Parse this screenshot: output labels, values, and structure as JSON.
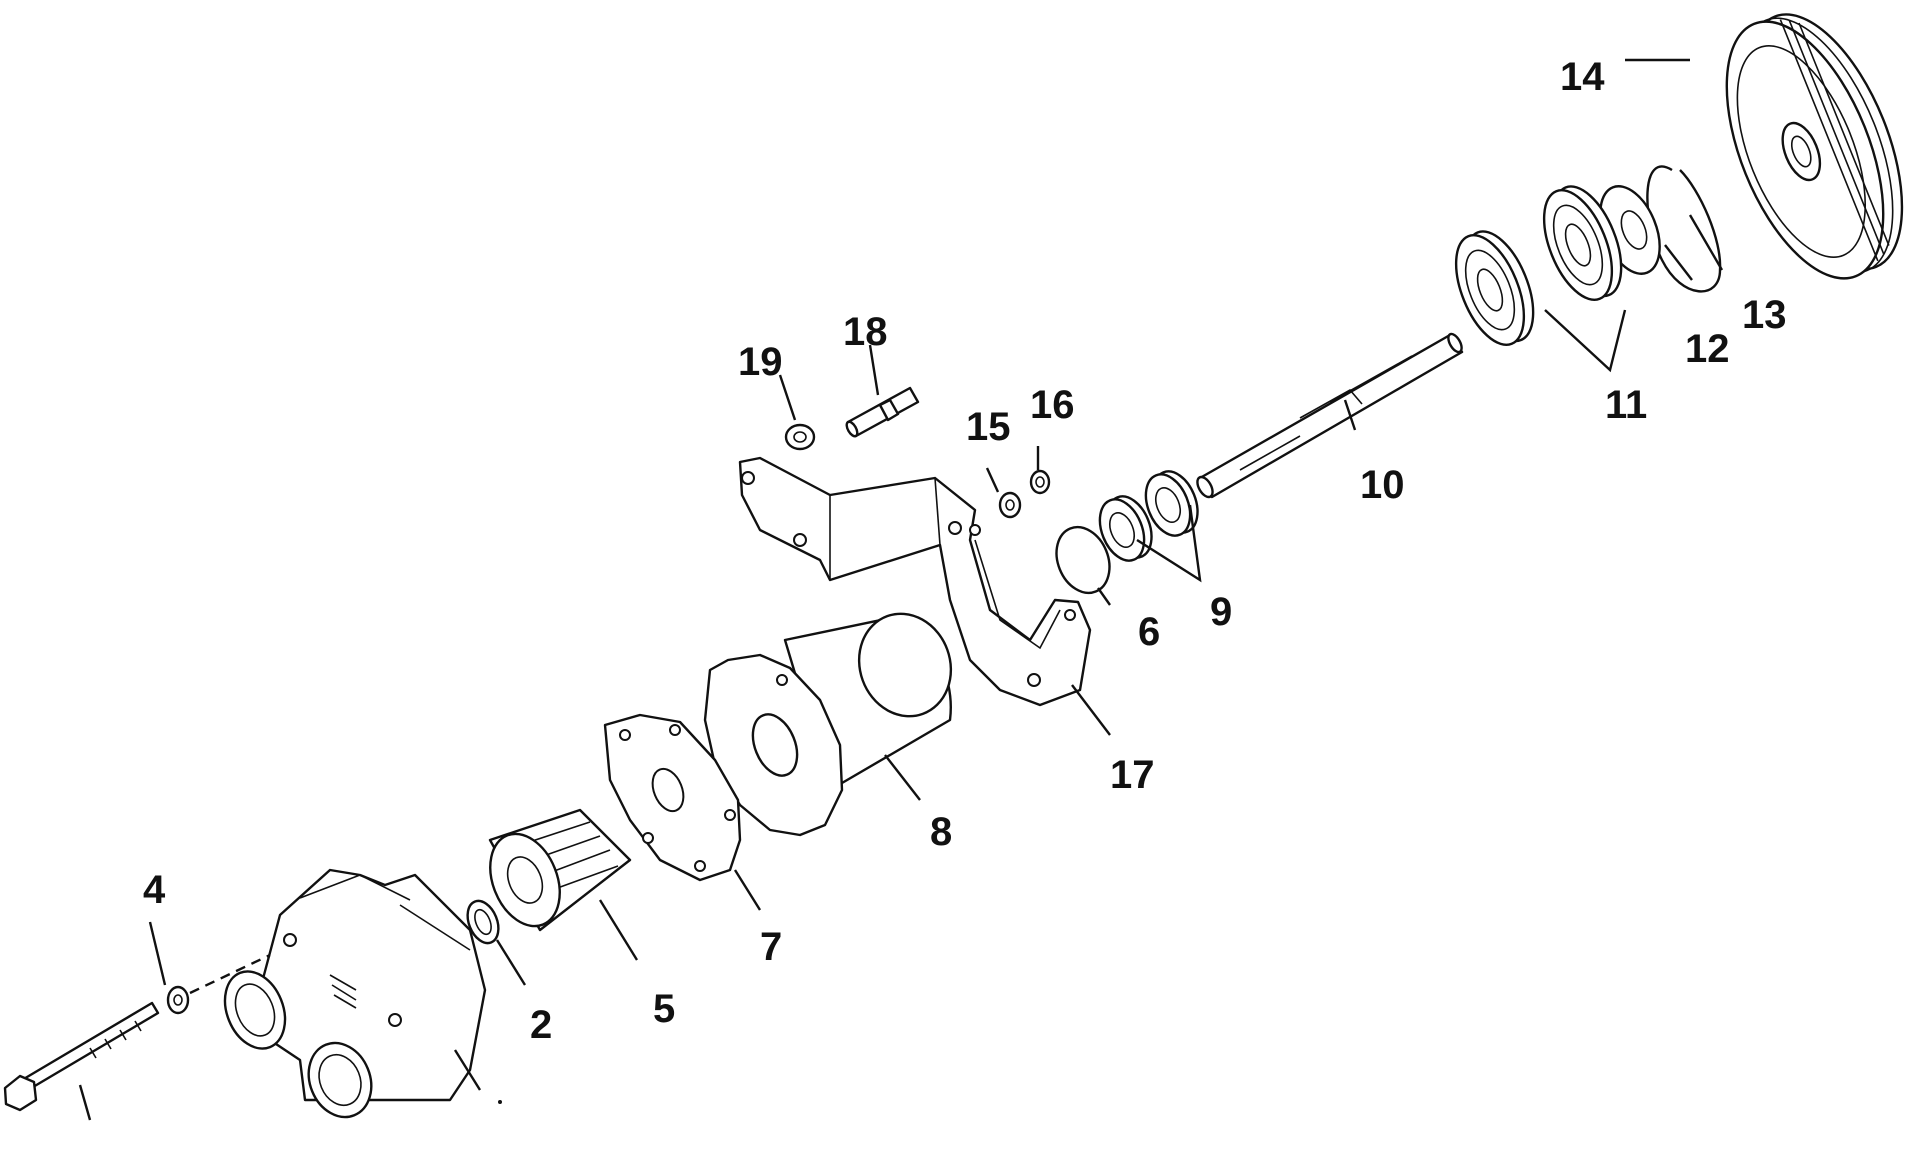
{
  "colors": {
    "line": "#111111",
    "background": "#ffffff"
  },
  "callouts": [
    {
      "id": "c2",
      "text": "2"
    },
    {
      "id": "c4",
      "text": "4"
    },
    {
      "id": "c5",
      "text": "5"
    },
    {
      "id": "c6",
      "text": "6"
    },
    {
      "id": "c7",
      "text": "7"
    },
    {
      "id": "c8",
      "text": "8"
    },
    {
      "id": "c9",
      "text": "9"
    },
    {
      "id": "c10",
      "text": "10"
    },
    {
      "id": "c11",
      "text": "11"
    },
    {
      "id": "c12",
      "text": "12"
    },
    {
      "id": "c13",
      "text": "13"
    },
    {
      "id": "c14",
      "text": "14"
    },
    {
      "id": "c15",
      "text": "15"
    },
    {
      "id": "c16",
      "text": "16"
    },
    {
      "id": "c17",
      "text": "17"
    },
    {
      "id": "c18",
      "text": "18"
    },
    {
      "id": "c19",
      "text": "19"
    }
  ]
}
